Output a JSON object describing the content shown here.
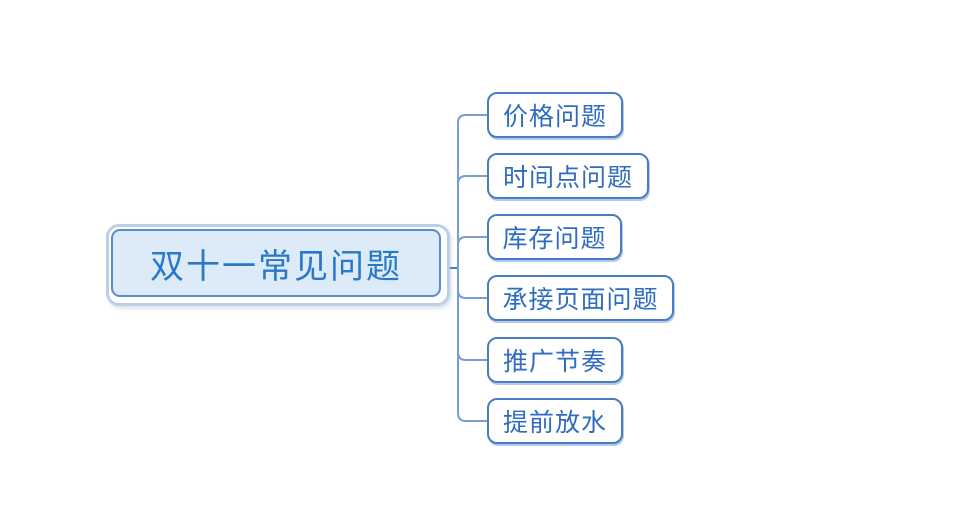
{
  "mindmap": {
    "root": {
      "label": "双十一常见问题"
    },
    "branches": [
      {
        "label": "价格问题"
      },
      {
        "label": "时间点问题"
      },
      {
        "label": "库存问题"
      },
      {
        "label": "承接页面问题"
      },
      {
        "label": "推广节奏"
      },
      {
        "label": "提前放水"
      }
    ],
    "colors": {
      "background": "#ffffff",
      "root_fill": "#dcebf7",
      "root_border": "#5a8cc8",
      "root_halo": "#bccfe6",
      "root_text": "#2879c8",
      "branch_fill": "#ffffff",
      "branch_border": "#4a7cc2",
      "branch_text": "#2f6cc1",
      "connector": "#7a9ed2",
      "junction_connector": "#4a7cc2"
    }
  }
}
